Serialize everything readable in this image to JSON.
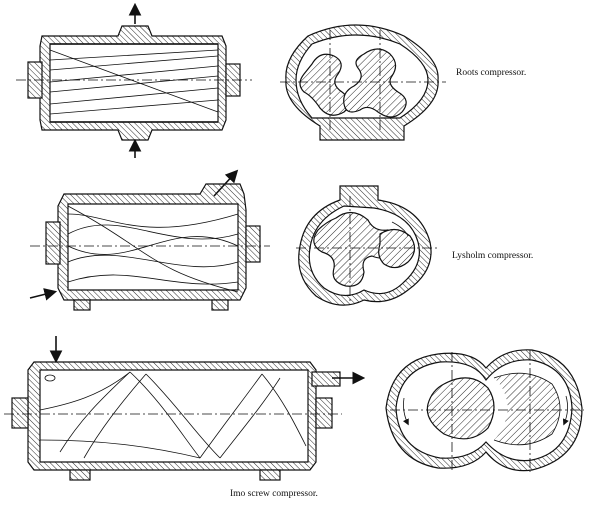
{
  "figure": {
    "captions": {
      "roots": "Roots compressor.",
      "lysholm": "Lysholm compressor.",
      "imo": "Imo screw compressor."
    },
    "drawings": [
      {
        "id": "roots-side",
        "icon": "roots-compressor-side-section"
      },
      {
        "id": "roots-end",
        "icon": "roots-compressor-end-section"
      },
      {
        "id": "lysholm-side",
        "icon": "lysholm-compressor-side-section"
      },
      {
        "id": "lysholm-end",
        "icon": "lysholm-compressor-end-section"
      },
      {
        "id": "imo-side",
        "icon": "imo-screw-compressor-side-section"
      },
      {
        "id": "imo-end",
        "icon": "imo-screw-compressor-end-section"
      }
    ],
    "colors": {
      "ink": "#111111",
      "paper": "#ffffff"
    }
  }
}
